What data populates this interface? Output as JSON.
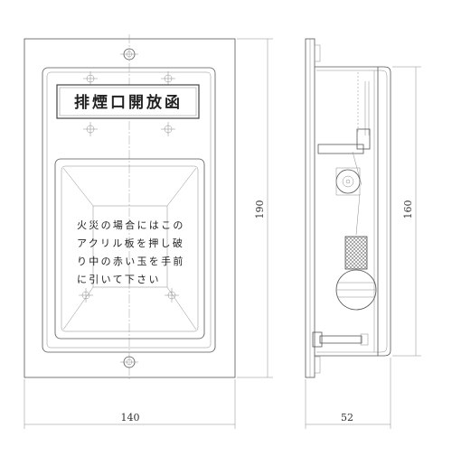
{
  "front_view": {
    "title": "排煙口開放函",
    "instructions": [
      "火災の場合にはこの",
      "アクリル板を押し破",
      "り中の赤い玉を手前",
      "に引いて下さい"
    ]
  },
  "dimensions": {
    "width": "140",
    "height": "190",
    "depth": "52",
    "inner_height": "160"
  }
}
